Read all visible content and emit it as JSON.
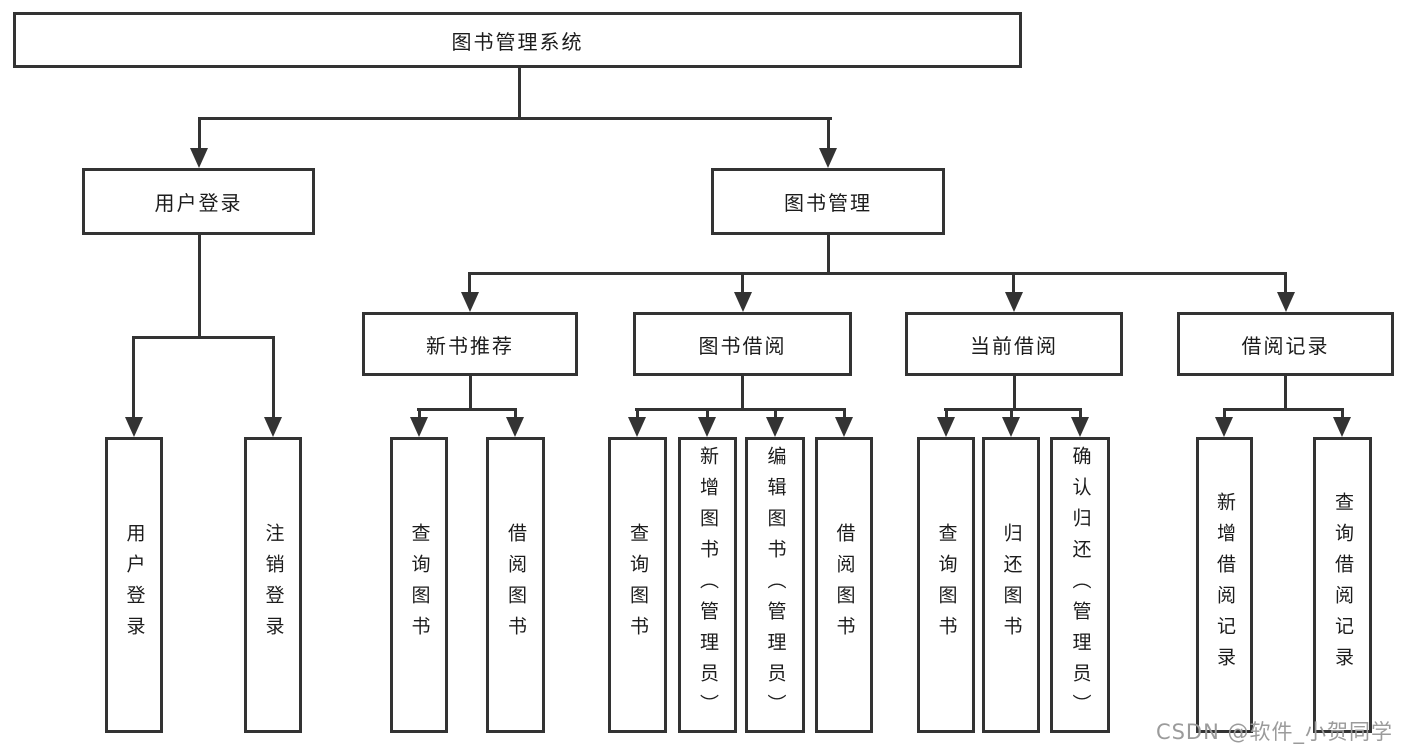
{
  "colors": {
    "line": "#333333",
    "box_border": "#333333",
    "box_fill": "#ffffff",
    "text": "#1c1c1c",
    "background": "#ffffff",
    "watermark_text": "#9b9b9b"
  },
  "watermark": {
    "text": "CSDN @软件_小贺同学"
  },
  "tree": {
    "root": {
      "label": "图书管理系统"
    },
    "children": [
      {
        "label": "用户登录",
        "children": [
          {
            "label": "用户登录"
          },
          {
            "label": "注销登录"
          }
        ]
      },
      {
        "label": "图书管理",
        "children": [
          {
            "label": "新书推荐",
            "children": [
              {
                "label": "查询图书"
              },
              {
                "label": "借阅图书"
              }
            ]
          },
          {
            "label": "图书借阅",
            "children": [
              {
                "label": "查询图书"
              },
              {
                "label": "新增图书（管理员）"
              },
              {
                "label": "编辑图书（管理员）"
              },
              {
                "label": "借阅图书"
              }
            ]
          },
          {
            "label": "当前借阅",
            "children": [
              {
                "label": "查询图书"
              },
              {
                "label": "归还图书"
              },
              {
                "label": "确认归还（管理员）"
              }
            ]
          },
          {
            "label": "借阅记录",
            "children": [
              {
                "label": "新增借阅记录"
              },
              {
                "label": "查询借阅记录"
              }
            ]
          }
        ]
      }
    ]
  }
}
